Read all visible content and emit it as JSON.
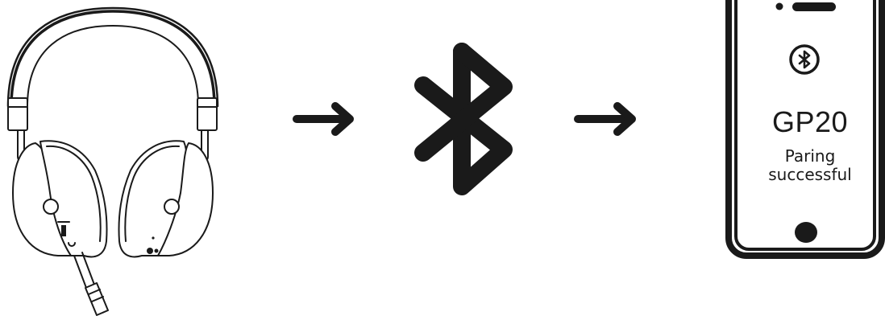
{
  "diagram": {
    "steps": [
      {
        "id": "headset",
        "icon": "headset-icon"
      },
      {
        "id": "bluetooth",
        "icon": "bluetooth-icon"
      },
      {
        "id": "phone",
        "icon": "smartphone-icon"
      }
    ],
    "connectors": [
      "arrow-right-icon",
      "arrow-right-icon"
    ]
  },
  "phone": {
    "model": "GP20",
    "status_line1": "Paring",
    "status_line2": "successful"
  },
  "colors": {
    "ink": "#1a1a1a",
    "background": "#ffffff"
  }
}
